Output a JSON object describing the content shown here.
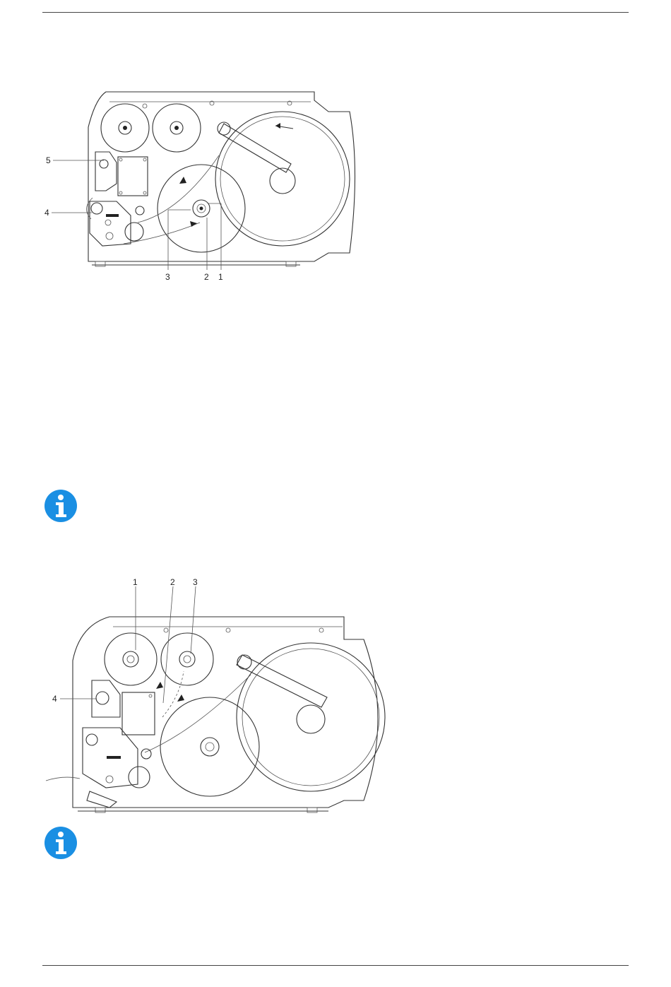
{
  "figure_1": {
    "callouts": [
      "1",
      "2",
      "3",
      "4",
      "5"
    ]
  },
  "figure_2": {
    "callouts": [
      "1",
      "2",
      "3",
      "4"
    ]
  },
  "info_notes": [
    {
      "icon": "info-icon",
      "color": "#1a8fe3"
    },
    {
      "icon": "info-icon",
      "color": "#1a8fe3"
    }
  ]
}
